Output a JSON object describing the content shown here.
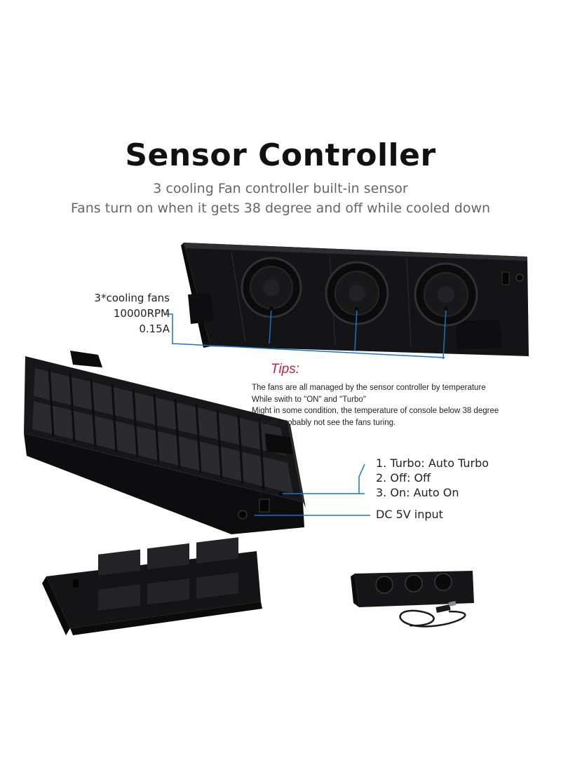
{
  "header": {
    "title": "Sensor Controller",
    "subtitle1": "3 cooling Fan controller built-in sensor",
    "subtitle2": "Fans turn on when it gets 38 degree and off while cooled down"
  },
  "fan_callout": {
    "lines": [
      "3*cooling fans",
      "10000RPM",
      "0.15A"
    ]
  },
  "tips": {
    "heading": "Tips:",
    "lines": [
      "The fans are all managed by the sensor controller by temperature",
      "While swith to \"ON\" and \"Turbo\"",
      "Might in some condition, the temperature of console below 38 degree",
      "you will probably not see the fans turing."
    ]
  },
  "switch_callout": {
    "modes": [
      "1. Turbo: Auto Turbo",
      "2. Off: Off",
      "3. On: Auto On"
    ]
  },
  "power_callout": {
    "label": "DC 5V input"
  },
  "colors": {
    "callout_line": "#1a73c9",
    "tips_heading": "#c4203b",
    "device_body": "#1c1c1e"
  }
}
